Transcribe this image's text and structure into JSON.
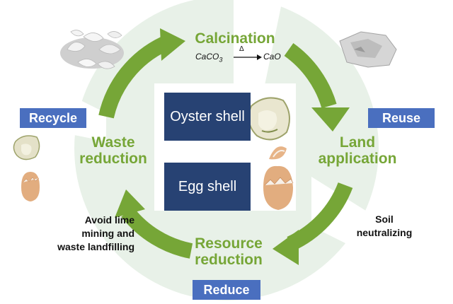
{
  "cycle": {
    "calcination": {
      "title": "Calcination",
      "reactant": "CaCO",
      "reactant_sub": "3",
      "condition": "Δ",
      "product": "CaO"
    },
    "land_application": {
      "line1": "Land",
      "line2": "application"
    },
    "resource_reduction": {
      "line1": "Resource",
      "line2": "reduction"
    },
    "waste_reduction": {
      "line1": "Waste",
      "line2": "reduction"
    }
  },
  "tags": {
    "recycle": "Recycle",
    "reuse": "Reuse",
    "reduce": "Reduce"
  },
  "center": {
    "oyster_shell": "Oyster shell",
    "egg_shell": "Egg shell"
  },
  "notes": {
    "soil": {
      "line1": "Soil",
      "line2": "neutralizing"
    },
    "avoid": {
      "line1": "Avoid lime",
      "line2": "mining and",
      "line3": "waste landfilling"
    }
  },
  "colors": {
    "arrow_green": "#76a637",
    "title_green": "#76a637",
    "tag_blue": "#4a6fbf",
    "box_navy": "#274273",
    "background_circle": "#e8f1e8"
  }
}
